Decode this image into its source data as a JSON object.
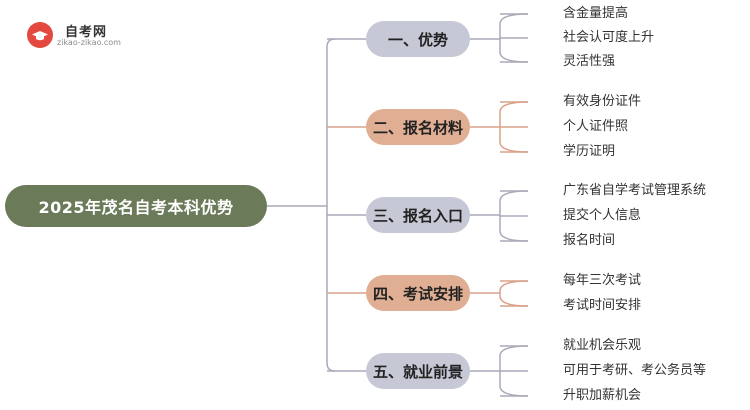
{
  "logo": {
    "name": "自考网",
    "url": "zikao-zikao.com"
  },
  "root": {
    "label": "2025年茂名自考本科优势"
  },
  "branches": [
    {
      "label": "一、优势",
      "style": "gray",
      "leaves": [
        "含金量提高",
        "社会认可度上升",
        "灵活性强"
      ]
    },
    {
      "label": "二、报名材料",
      "style": "orange",
      "leaves": [
        "有效身份证件",
        "个人证件照",
        "学历证明"
      ]
    },
    {
      "label": "三、报名入口",
      "style": "gray",
      "leaves": [
        "广东省自学考试管理系统",
        "提交个人信息",
        "报名时间"
      ]
    },
    {
      "label": "四、考试安排",
      "style": "orange",
      "leaves": [
        "每年三次考试",
        "考试时间安排"
      ]
    },
    {
      "label": "五、就业前景",
      "style": "gray",
      "leaves": [
        "就业机会乐观",
        "可用于考研、考公务员等",
        "升职加薪机会"
      ]
    }
  ],
  "colors": {
    "root": "#6b7a58",
    "branch_gray": "#c7c8d6",
    "branch_orange": "#dfae93",
    "connector_gray": "#a9aab8",
    "connector_orange": "#d9a088"
  }
}
